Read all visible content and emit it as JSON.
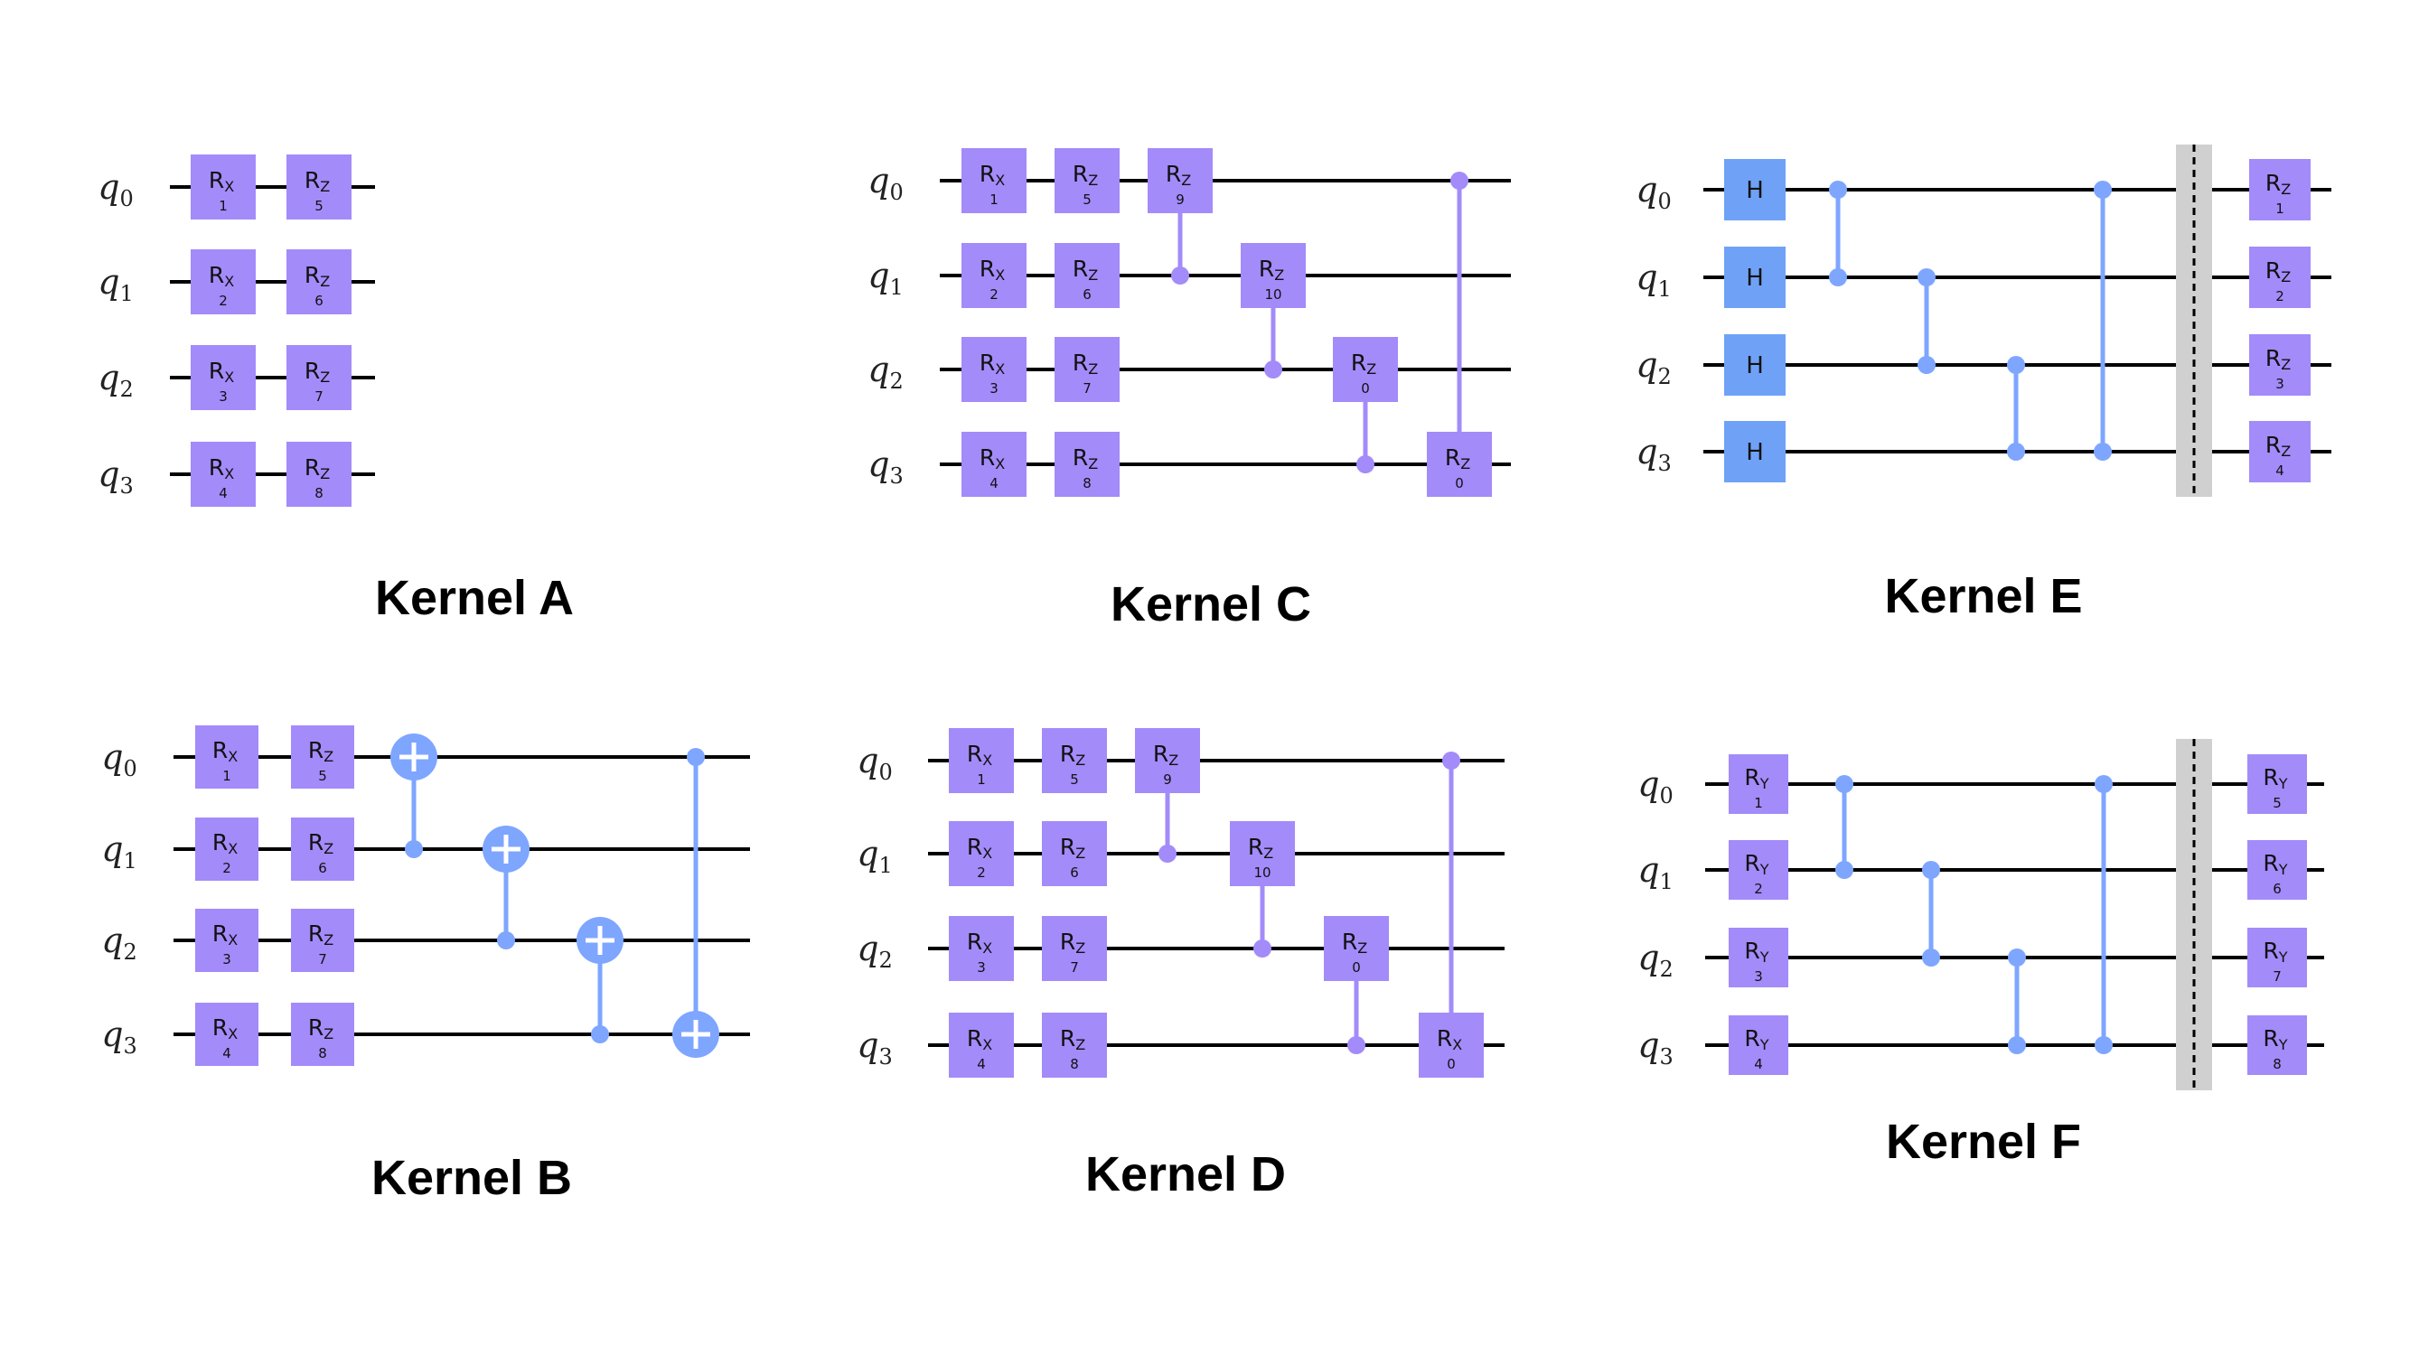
{
  "colors": {
    "rot_gate": "#a38bfa",
    "rot_ctrl_line": "#a38bfa",
    "h_gate": "#6fa2f7",
    "cz_line": "#7ea6ff",
    "cnot": "#7ea6ff",
    "barrier": "#d0d0d0",
    "wire": "#000000",
    "title": "#000000"
  },
  "qubit_labels": [
    {
      "letter": "q",
      "index": "0"
    },
    {
      "letter": "q",
      "index": "1"
    },
    {
      "letter": "q",
      "index": "2"
    },
    {
      "letter": "q",
      "index": "3"
    }
  ],
  "kernels": [
    {
      "title": "Kernel A",
      "gates": [
        {
          "kind": "rot",
          "axis": "X",
          "qubit": 0,
          "col": 0,
          "param": "1"
        },
        {
          "kind": "rot",
          "axis": "X",
          "qubit": 1,
          "col": 0,
          "param": "2"
        },
        {
          "kind": "rot",
          "axis": "X",
          "qubit": 2,
          "col": 0,
          "param": "3"
        },
        {
          "kind": "rot",
          "axis": "X",
          "qubit": 3,
          "col": 0,
          "param": "4"
        },
        {
          "kind": "rot",
          "axis": "Z",
          "qubit": 0,
          "col": 1,
          "param": "5"
        },
        {
          "kind": "rot",
          "axis": "Z",
          "qubit": 1,
          "col": 1,
          "param": "6"
        },
        {
          "kind": "rot",
          "axis": "Z",
          "qubit": 2,
          "col": 1,
          "param": "7"
        },
        {
          "kind": "rot",
          "axis": "Z",
          "qubit": 3,
          "col": 1,
          "param": "8"
        }
      ]
    },
    {
      "title": "Kernel B",
      "gates": [
        {
          "kind": "rot",
          "axis": "X",
          "qubit": 0,
          "col": 0,
          "param": "1"
        },
        {
          "kind": "rot",
          "axis": "X",
          "qubit": 1,
          "col": 0,
          "param": "2"
        },
        {
          "kind": "rot",
          "axis": "X",
          "qubit": 2,
          "col": 0,
          "param": "3"
        },
        {
          "kind": "rot",
          "axis": "X",
          "qubit": 3,
          "col": 0,
          "param": "4"
        },
        {
          "kind": "rot",
          "axis": "Z",
          "qubit": 0,
          "col": 1,
          "param": "5"
        },
        {
          "kind": "rot",
          "axis": "Z",
          "qubit": 1,
          "col": 1,
          "param": "6"
        },
        {
          "kind": "rot",
          "axis": "Z",
          "qubit": 2,
          "col": 1,
          "param": "7"
        },
        {
          "kind": "rot",
          "axis": "Z",
          "qubit": 3,
          "col": 1,
          "param": "8"
        },
        {
          "kind": "cnot",
          "control": 1,
          "target": 0,
          "col": 2
        },
        {
          "kind": "cnot",
          "control": 2,
          "target": 1,
          "col": 3
        },
        {
          "kind": "cnot",
          "control": 3,
          "target": 2,
          "col": 4
        },
        {
          "kind": "cnot",
          "control": 0,
          "target": 3,
          "col": 5
        }
      ]
    },
    {
      "title": "Kernel C",
      "gates": [
        {
          "kind": "rot",
          "axis": "X",
          "qubit": 0,
          "col": 0,
          "param": "1"
        },
        {
          "kind": "rot",
          "axis": "X",
          "qubit": 1,
          "col": 0,
          "param": "2"
        },
        {
          "kind": "rot",
          "axis": "X",
          "qubit": 2,
          "col": 0,
          "param": "3"
        },
        {
          "kind": "rot",
          "axis": "X",
          "qubit": 3,
          "col": 0,
          "param": "4"
        },
        {
          "kind": "rot",
          "axis": "Z",
          "qubit": 0,
          "col": 1,
          "param": "5"
        },
        {
          "kind": "rot",
          "axis": "Z",
          "qubit": 1,
          "col": 1,
          "param": "6"
        },
        {
          "kind": "rot",
          "axis": "Z",
          "qubit": 2,
          "col": 1,
          "param": "7"
        },
        {
          "kind": "rot",
          "axis": "Z",
          "qubit": 3,
          "col": 1,
          "param": "8"
        },
        {
          "kind": "crot",
          "axis": "Z",
          "control": 1,
          "target": 0,
          "col": 2,
          "param": "9"
        },
        {
          "kind": "crot",
          "axis": "Z",
          "control": 2,
          "target": 1,
          "col": 3,
          "param": "10"
        },
        {
          "kind": "crot",
          "axis": "Z",
          "control": 3,
          "target": 2,
          "col": 4,
          "param": "0"
        },
        {
          "kind": "crot",
          "axis": "Z",
          "control": 0,
          "target": 3,
          "col": 5,
          "param": "0"
        }
      ]
    },
    {
      "title": "Kernel D",
      "gates": [
        {
          "kind": "rot",
          "axis": "X",
          "qubit": 0,
          "col": 0,
          "param": "1"
        },
        {
          "kind": "rot",
          "axis": "X",
          "qubit": 1,
          "col": 0,
          "param": "2"
        },
        {
          "kind": "rot",
          "axis": "X",
          "qubit": 2,
          "col": 0,
          "param": "3"
        },
        {
          "kind": "rot",
          "axis": "X",
          "qubit": 3,
          "col": 0,
          "param": "4"
        },
        {
          "kind": "rot",
          "axis": "Z",
          "qubit": 0,
          "col": 1,
          "param": "5"
        },
        {
          "kind": "rot",
          "axis": "Z",
          "qubit": 1,
          "col": 1,
          "param": "6"
        },
        {
          "kind": "rot",
          "axis": "Z",
          "qubit": 2,
          "col": 1,
          "param": "7"
        },
        {
          "kind": "rot",
          "axis": "Z",
          "qubit": 3,
          "col": 1,
          "param": "8"
        },
        {
          "kind": "crot",
          "axis": "Z",
          "control": 1,
          "target": 0,
          "col": 2,
          "param": "9"
        },
        {
          "kind": "crot",
          "axis": "Z",
          "control": 2,
          "target": 1,
          "col": 3,
          "param": "10"
        },
        {
          "kind": "crot",
          "axis": "Z",
          "control": 3,
          "target": 2,
          "col": 4,
          "param": "0"
        },
        {
          "kind": "crot",
          "axis": "X",
          "control": 0,
          "target": 3,
          "col": 5,
          "param": "0"
        }
      ]
    },
    {
      "title": "Kernel E",
      "gates": [
        {
          "kind": "h",
          "label": "H",
          "qubit": 0,
          "col": 0
        },
        {
          "kind": "h",
          "label": "H",
          "qubit": 1,
          "col": 0
        },
        {
          "kind": "h",
          "label": "H",
          "qubit": 2,
          "col": 0
        },
        {
          "kind": "h",
          "label": "H",
          "qubit": 3,
          "col": 0
        },
        {
          "kind": "cz",
          "a": 0,
          "b": 1,
          "col": 1
        },
        {
          "kind": "cz",
          "a": 1,
          "b": 2,
          "col": 2
        },
        {
          "kind": "cz",
          "a": 2,
          "b": 3,
          "col": 3
        },
        {
          "kind": "cz",
          "a": 0,
          "b": 3,
          "col": 4
        },
        {
          "kind": "barrier",
          "col": 5
        },
        {
          "kind": "rot",
          "axis": "Z",
          "qubit": 0,
          "col": 6,
          "param": "1"
        },
        {
          "kind": "rot",
          "axis": "Z",
          "qubit": 1,
          "col": 6,
          "param": "2"
        },
        {
          "kind": "rot",
          "axis": "Z",
          "qubit": 2,
          "col": 6,
          "param": "3"
        },
        {
          "kind": "rot",
          "axis": "Z",
          "qubit": 3,
          "col": 6,
          "param": "4"
        }
      ]
    },
    {
      "title": "Kernel F",
      "gates": [
        {
          "kind": "rot",
          "axis": "Y",
          "qubit": 0,
          "col": 0,
          "param": "1"
        },
        {
          "kind": "rot",
          "axis": "Y",
          "qubit": 1,
          "col": 0,
          "param": "2"
        },
        {
          "kind": "rot",
          "axis": "Y",
          "qubit": 2,
          "col": 0,
          "param": "3"
        },
        {
          "kind": "rot",
          "axis": "Y",
          "qubit": 3,
          "col": 0,
          "param": "4"
        },
        {
          "kind": "cz",
          "a": 0,
          "b": 1,
          "col": 1
        },
        {
          "kind": "cz",
          "a": 1,
          "b": 2,
          "col": 2
        },
        {
          "kind": "cz",
          "a": 2,
          "b": 3,
          "col": 3
        },
        {
          "kind": "cz",
          "a": 0,
          "b": 3,
          "col": 4
        },
        {
          "kind": "barrier",
          "col": 5
        },
        {
          "kind": "rot",
          "axis": "Y",
          "qubit": 0,
          "col": 6,
          "param": "5"
        },
        {
          "kind": "rot",
          "axis": "Y",
          "qubit": 1,
          "col": 6,
          "param": "6"
        },
        {
          "kind": "rot",
          "axis": "Y",
          "qubit": 2,
          "col": 6,
          "param": "7"
        },
        {
          "kind": "rot",
          "axis": "Y",
          "qubit": 3,
          "col": 6,
          "param": "8"
        }
      ]
    }
  ]
}
